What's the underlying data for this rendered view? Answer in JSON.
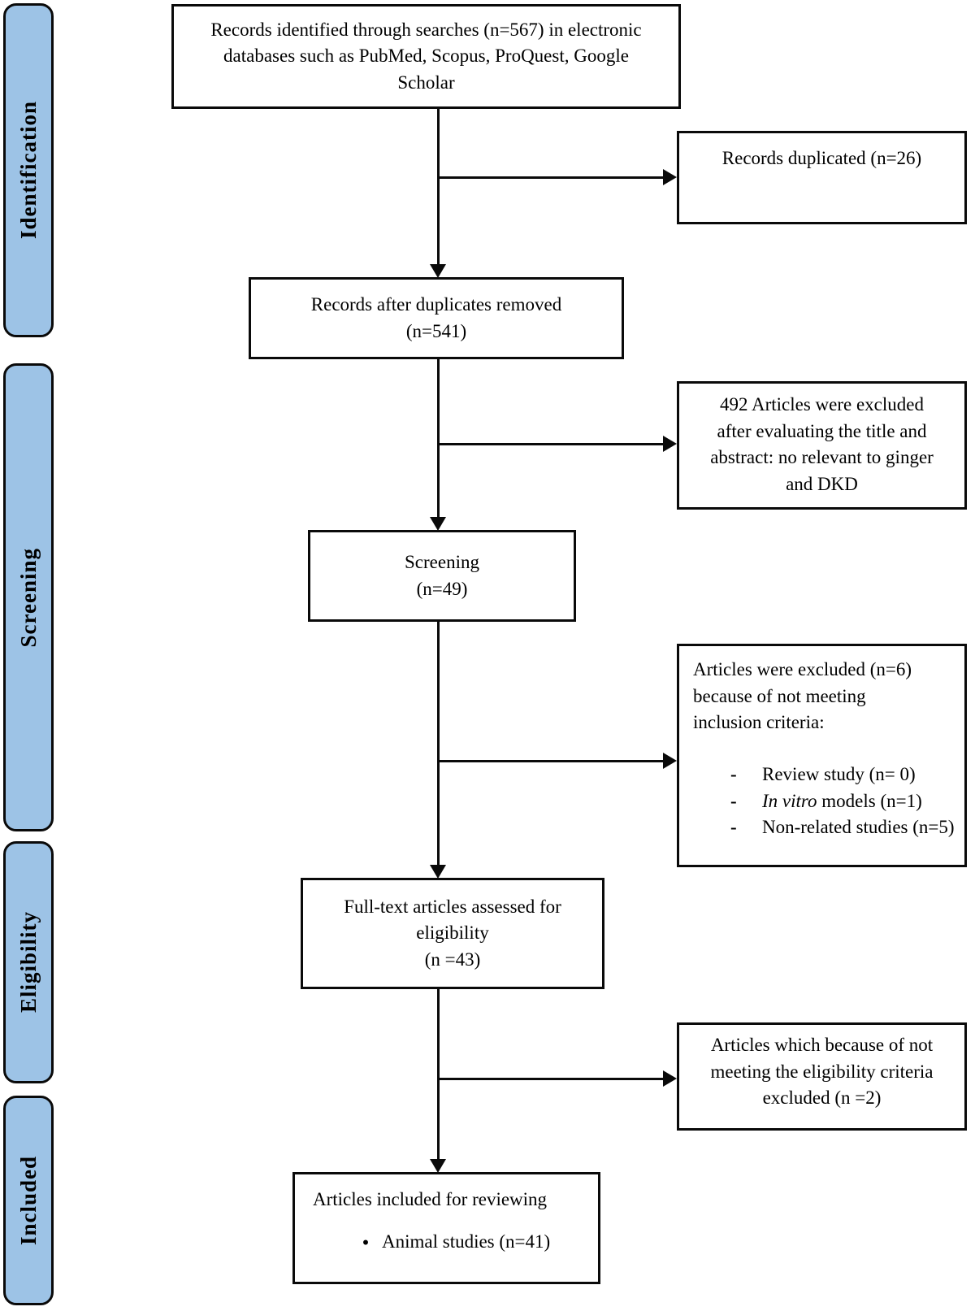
{
  "figure": {
    "type": "prisma-flow-diagram",
    "stage_fill_color": "#9DC3E6",
    "stage_border_color": "#0a0a0a",
    "box_border_color": "#0a0a0a"
  },
  "sidebar": {
    "stages": [
      {
        "label": "Identification"
      },
      {
        "label": "Screening"
      },
      {
        "label": "Eligibility"
      },
      {
        "label": "Included"
      }
    ]
  },
  "flow": {
    "identified": {
      "text": "Records identified through searches (n=567) in electronic\ndatabases such as PubMed, Scopus, ProQuest, Google\nScholar"
    },
    "duplicated": {
      "text": "Records duplicated (n=26)"
    },
    "after_duplicates": {
      "text": "Records after duplicates removed\n(n=541)"
    },
    "excluded_title_abstract": {
      "text": "492 Articles were excluded\nafter evaluating the title and\nabstract: no relevant to ginger\nand DKD"
    },
    "screening": {
      "text": "Screening\n(n=49)"
    },
    "excluded_inclusion": {
      "intro": "Articles were excluded (n=6)\nbecause of not meeting\ninclusion criteria:",
      "dash_char": "-",
      "items": [
        {
          "italic": "",
          "text": "Review study (n= 0)"
        },
        {
          "italic": "In vitro",
          "text": " models (n=1)"
        },
        {
          "italic": "",
          "text": "Non-related studies (n=5)"
        }
      ]
    },
    "fulltext": {
      "text": "Full-text articles assessed for\neligibility\n(n =43)"
    },
    "excluded_eligibility": {
      "text": "Articles which because of not\nmeeting the eligibility criteria\nexcluded (n =2)"
    },
    "included": {
      "title": "Articles included for reviewing",
      "bullet_char": "•",
      "bullet_text": "Animal studies (n=41)"
    }
  }
}
